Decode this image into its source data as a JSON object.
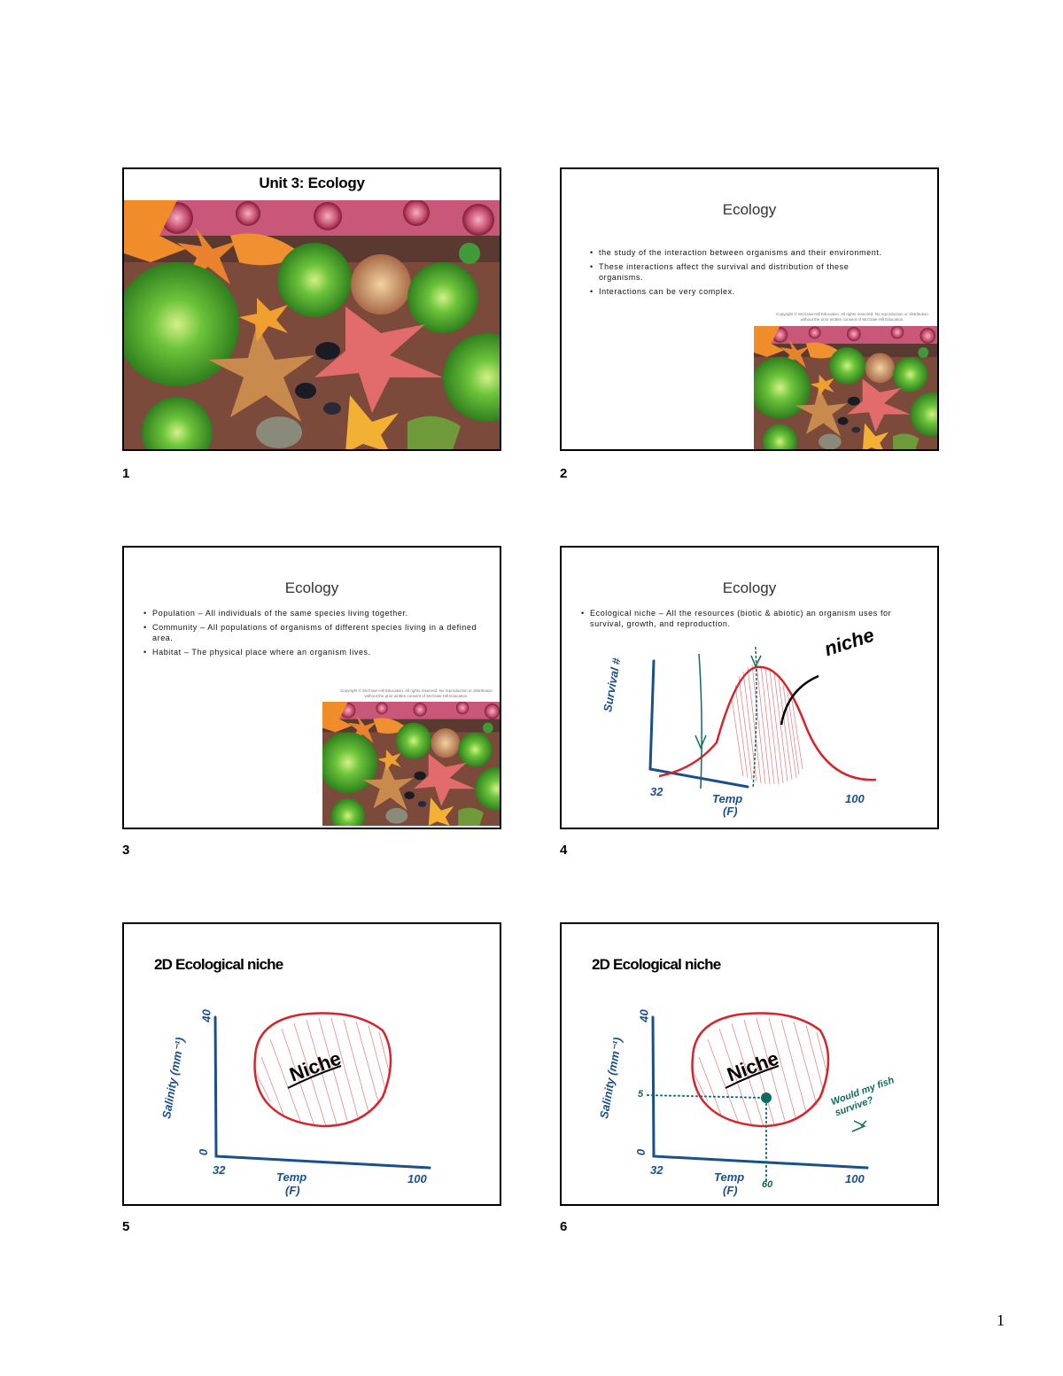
{
  "page": {
    "number": "1"
  },
  "slides": [
    {
      "number": "1",
      "title": "Unit 3: Ecology"
    },
    {
      "number": "2",
      "title": "Ecology",
      "bullets": [
        "the study of the interaction between organisms and their environment.",
        "These interactions affect the survival and distribution of these organisms.",
        "Interactions can be very complex."
      ],
      "copyright": "Copyright © McGraw-Hill Education. All rights reserved. No reproduction or distribution without the prior written consent of McGraw-Hill Education."
    },
    {
      "number": "3",
      "title": "Ecology",
      "bullets": [
        "Population – All individuals of the same species living together.",
        "Community – All populations of organisms of different species living in a defined area.",
        "Habitat – The physical place where an organism lives."
      ],
      "copyright": "Copyright © McGraw-Hill Education. All rights reserved. No reproduction or distribution without the prior written consent of McGraw-Hill Education."
    },
    {
      "number": "4",
      "title": "Ecology",
      "bullets": [
        "Ecological niche – All the resources (biotic & abiotic) an organism uses for survival, growth, and reproduction."
      ],
      "annotations": {
        "ylabel": "Survival #",
        "x_min": "32",
        "x_max": "100",
        "xlabel_1": "Temp",
        "xlabel_2": "(F)",
        "niche": "niche"
      }
    },
    {
      "number": "5",
      "title": "2D Ecological niche",
      "annotations": {
        "ylabel": "Salinity (mm⁻¹)",
        "y_max": "40",
        "y_min": "0",
        "x_min": "32",
        "x_max": "100",
        "xlabel_1": "Temp",
        "xlabel_2": "(F)",
        "niche": "Niche"
      }
    },
    {
      "number": "6",
      "title": "2D Ecological niche",
      "annotations": {
        "ylabel": "Salinity (mm⁻¹)",
        "y_max": "40",
        "y_min": "0",
        "y_mark": "5",
        "x_min": "32",
        "x_max": "100",
        "x_mark": "60",
        "xlabel_1": "Temp",
        "xlabel_2": "(F)",
        "niche": "Niche",
        "question": "Would my fish survive?"
      }
    }
  ],
  "colors": {
    "niche_red": "#d8232a",
    "axis_blue": "#1a4f8c",
    "teal": "#0f6b5e"
  }
}
